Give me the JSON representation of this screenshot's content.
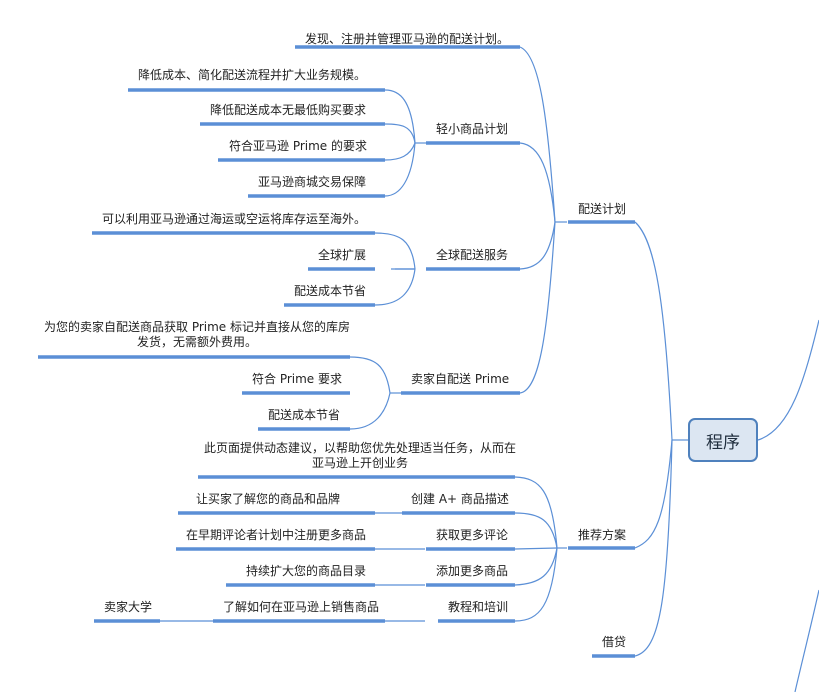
{
  "root": {
    "label": "程序"
  },
  "colors": {
    "line": "#5b8fd6",
    "root_fill": "#dce6f2",
    "root_border": "#4f81bd"
  },
  "branches": {
    "delivery": {
      "label": "配送计划",
      "description": "发现、注册并管理亚马逊的配送计划。",
      "small_light": {
        "label": "轻小商品计划",
        "children": [
          "降低成本、简化配送流程并扩大业务规模。",
          "降低配送成本无最低购买要求",
          "符合亚马逊 Prime 的要求",
          "亚马逊商城交易保障"
        ]
      },
      "global": {
        "label": "全球配送服务",
        "children": [
          "可以利用亚马逊通过海运或空运将库存运至海外。",
          "全球扩展",
          "配送成本节省"
        ]
      },
      "seller_prime": {
        "label": "卖家自配送 Prime",
        "children": [
          "为您的卖家自配送商品获取 Prime 标记并直接从您的库房发货，无需额外费用。",
          "符合 Prime 要求",
          "配送成本节省"
        ]
      }
    },
    "recommend": {
      "label": "推荐方案",
      "description": "此页面提供动态建议，以帮助您优先处理适当任务，从而在亚马逊上开创业务",
      "items": [
        {
          "label": "创建 A+ 商品描述",
          "detail": "让买家了解您的商品和品牌"
        },
        {
          "label": "获取更多评论",
          "detail": "在早期评论者计划中注册更多商品"
        },
        {
          "label": "添加更多商品",
          "detail": "持续扩大您的商品目录"
        },
        {
          "label": "教程和培训",
          "detail": "了解如何在亚马逊上销售商品",
          "sub": "卖家大学"
        }
      ]
    },
    "credit": {
      "label": "借贷"
    }
  }
}
